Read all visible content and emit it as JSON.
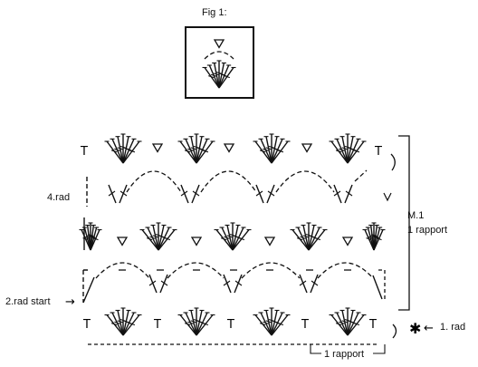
{
  "figure": {
    "title": "Fig 1:"
  },
  "labels": {
    "row_4": "4.rad",
    "row_2_start": "2.rad start",
    "row_1": "1. rad",
    "pattern_name": "M.1",
    "repeat_right": "1 rapport",
    "repeat_bottom": "1 rapport"
  },
  "symbols": {
    "treble": "T",
    "triangle": "▽",
    "star": "✱",
    "arrow_left": "←",
    "arrow_right": "→"
  },
  "colors": {
    "ink": "#111111",
    "background": "#ffffff"
  }
}
